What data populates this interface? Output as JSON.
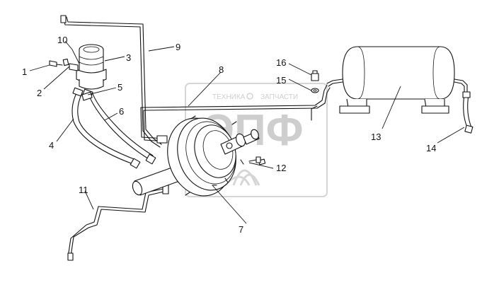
{
  "watermark": {
    "tagline_left": "ТЕХНИКА",
    "tagline_right": "ЗАПЧАСТИ",
    "brand": "ЭПФ"
  },
  "callouts": [
    "1",
    "2",
    "3",
    "4",
    "5",
    "6",
    "7",
    "8",
    "9",
    "10",
    "11",
    "12",
    "13",
    "14",
    "15",
    "16"
  ]
}
